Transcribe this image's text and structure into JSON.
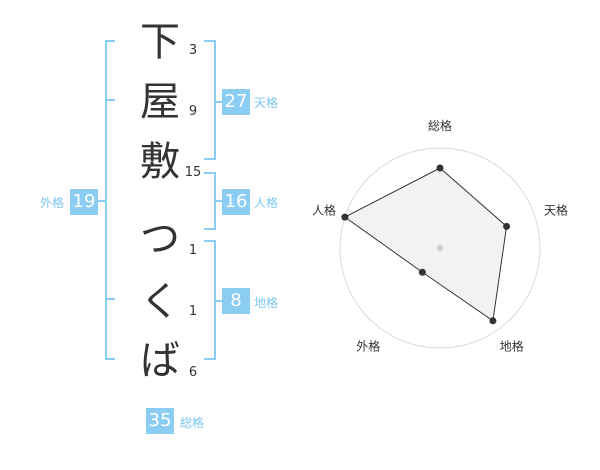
{
  "name_chars": [
    {
      "char": "下",
      "strokes": "3"
    },
    {
      "char": "屋",
      "strokes": "9"
    },
    {
      "char": "敷",
      "strokes": "15"
    },
    {
      "char": "つ",
      "strokes": "1"
    },
    {
      "char": "く",
      "strokes": "1"
    },
    {
      "char": "ば",
      "strokes": "6"
    }
  ],
  "kaku": {
    "tenkaku": {
      "value": "27",
      "label": "天格"
    },
    "jinkaku": {
      "value": "16",
      "label": "人格"
    },
    "chikaku": {
      "value": "8",
      "label": "地格"
    },
    "gaikaku": {
      "value": "19",
      "label": "外格"
    },
    "soukaku": {
      "value": "35",
      "label": "総格"
    }
  },
  "colors": {
    "accent": "#8ccdf4",
    "accent_text": "#7cc7f2",
    "text": "#333333",
    "radar_fill": "#f0f0f0",
    "radar_grid": "#d9d9d9"
  },
  "chart_data": {
    "type": "radar",
    "axes": [
      "総格",
      "天格",
      "地格",
      "外格",
      "人格"
    ],
    "values": [
      0.8,
      0.7,
      0.9,
      0.3,
      1.0
    ],
    "rings": 4,
    "max": 1.0
  }
}
